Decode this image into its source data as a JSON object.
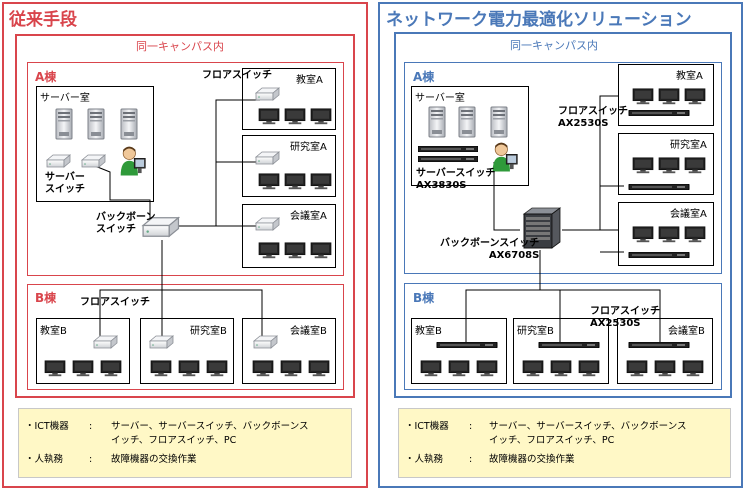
{
  "colors": {
    "left_accent": "#d9454c",
    "right_accent": "#4a78b8"
  },
  "left": {
    "title": "従来手段",
    "campus_label": "同一キャンパス内",
    "building_a": "A棟",
    "building_b": "B棟",
    "server_room": "サーバー室",
    "server_switch_label": "サーバー\nスイッチ",
    "backbone_label": "バックボーン\nスイッチ",
    "floor_switch_a": "フロアスイッチ",
    "floor_switch_b": "フロアスイッチ",
    "rooms_a": [
      "教室A",
      "研究室A",
      "会議室A"
    ],
    "rooms_b": [
      "教室B",
      "研究室B",
      "会議室B"
    ],
    "note": {
      "row1_label": "・ICT機器",
      "row1_colon": ":",
      "row1_value": "サーバー、サーバースイッチ、バックボーンス",
      "row1_value_cont": "イッチ、フロアスイッチ、PC",
      "row2_label": "・人執務",
      "row2_colon": ":",
      "row2_value": "故障機器の交換作業"
    }
  },
  "right": {
    "title": "ネットワーク電力最適化ソリューション",
    "campus_label": "同一キャンパス内",
    "building_a": "A棟",
    "building_b": "B棟",
    "server_room": "サーバー室",
    "server_switch_label": "サーバースイッチ\nAX3830S",
    "backbone_label": "バックボーンスイッチ\nAX6708S",
    "floor_switch_a": "フロアスイッチ\nAX2530S",
    "floor_switch_b": "フロアスイッチ\nAX2530S",
    "rooms_a": [
      "教室A",
      "研究室A",
      "会議室A"
    ],
    "rooms_b": [
      "教室B",
      "研究室B",
      "会議室B"
    ],
    "note": {
      "row1_label": "・ICT機器",
      "row1_colon": ":",
      "row1_value": "サーバー、サーバースイッチ、バックボーンス",
      "row1_value_cont": "イッチ、フロアスイッチ、PC",
      "row2_label": "・人執務",
      "row2_colon": ":",
      "row2_value": "故障機器の交換作業"
    }
  }
}
